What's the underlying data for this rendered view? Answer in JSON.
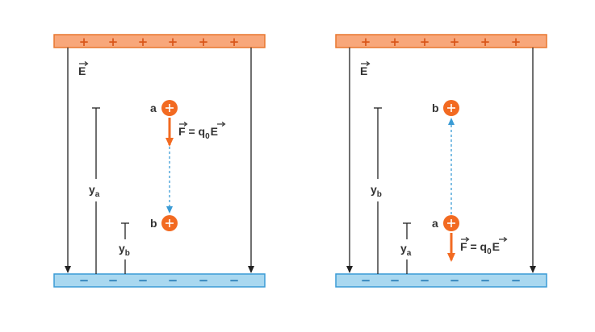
{
  "colors": {
    "positive_plate_fill": "#f8a77a",
    "positive_plate_stroke": "#e8772e",
    "negative_plate_fill": "#a9d8f0",
    "negative_plate_stroke": "#3a9bd5",
    "charge": "#f26a21",
    "force_arrow": "#f26a21",
    "displacement_arrow": "#3a9bd5",
    "field_lines": "#222222",
    "text": "#333333"
  },
  "symbols": {
    "plus": "+",
    "minus": "−"
  },
  "panels": [
    {
      "field_label": "E",
      "label_a": "a",
      "label_b": "b",
      "force_label": "F = q",
      "force_subscript": "0",
      "force_tail": "E",
      "height_a_label": "y",
      "height_a_sub": "a",
      "height_b_label": "y",
      "height_b_sub": "b"
    },
    {
      "field_label": "E",
      "label_a": "a",
      "label_b": "b",
      "force_label": "F = q",
      "force_subscript": "0",
      "force_tail": "E",
      "height_a_label": "y",
      "height_a_sub": "a",
      "height_b_label": "y",
      "height_b_sub": "b"
    }
  ]
}
